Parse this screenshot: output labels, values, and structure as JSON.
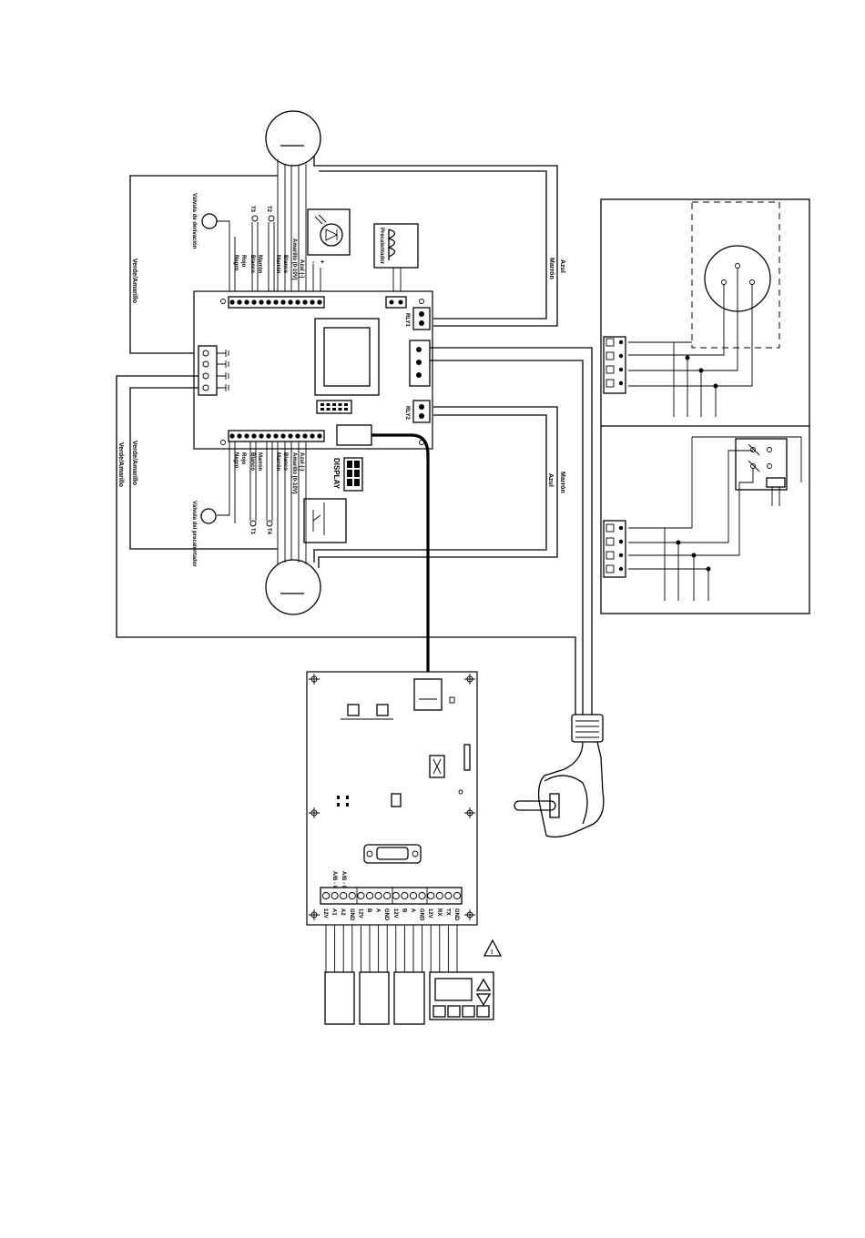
{
  "labels": {
    "valvula_derivacion": "Válvula de derivación",
    "valvula_precalentador": "Válvula del precalentador",
    "verde_amarillo": "Verde/Amarillo",
    "azul": "Azul",
    "marron": "Marrón",
    "precalentador": "Precalentador",
    "display": "DISPLAY",
    "t1": "T1",
    "t2": "T2",
    "t3": "T3",
    "t4": "T4",
    "negro": "Negro",
    "rojo": "Rojo",
    "blanco": "Blanco",
    "azul_neg": "Azul (-)",
    "amarillo_010": "Amarillo (0-10V)",
    "blanco_pwm": "Blanco",
    "rly1": "RLY1",
    "rly2": "RLY2",
    "plus": "+",
    "minus": "-",
    "ab": "A/B - 0"
  },
  "top_wires_left": [
    "Negro",
    "Rojo",
    "Blanco",
    "Marrón",
    "Marrón",
    "Blanco",
    "Amarillo (0-10V)",
    "Azul (-)"
  ],
  "bottom_wires_left": [
    "Negro",
    "Rojo",
    "Blanco",
    "Marrón",
    "Marrón",
    "Blanco",
    "Amarillo (0-10V)",
    "Azul (-)"
  ],
  "lower_terminals": [
    "12V",
    "A1",
    "A2",
    "GND",
    "12V",
    "B",
    "A",
    "GND",
    "12V",
    "B",
    "A",
    "GND",
    "12V",
    "RX",
    "TX",
    "GND"
  ],
  "warning_symbol": "!"
}
